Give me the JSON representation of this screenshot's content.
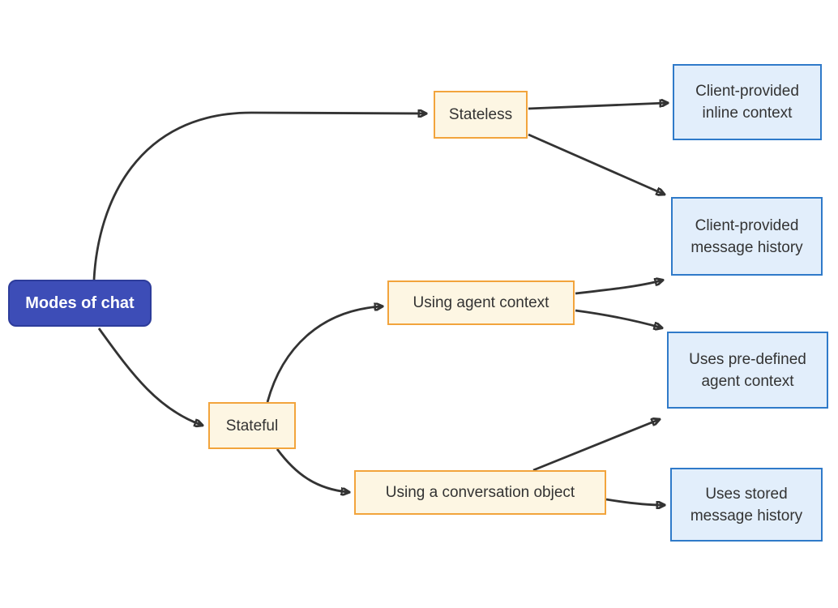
{
  "diagram": {
    "type": "flowchart",
    "direction": "left-to-right",
    "nodes": {
      "modes": {
        "label": "Modes of chat",
        "role": "root"
      },
      "stateless": {
        "label": "Stateless",
        "role": "branch"
      },
      "stateful": {
        "label": "Stateful",
        "role": "branch"
      },
      "agent_context": {
        "label": "Using agent context",
        "role": "branch"
      },
      "conversation_object": {
        "label": "Using a conversation object",
        "role": "branch"
      },
      "inline_context": {
        "label": "Client-provided inline context",
        "role": "leaf"
      },
      "message_history": {
        "label": "Client-provided message history",
        "role": "leaf"
      },
      "predefined_context": {
        "label": "Uses pre-defined agent context",
        "role": "leaf"
      },
      "stored_history": {
        "label": "Uses stored message history",
        "role": "leaf"
      }
    },
    "edges": [
      {
        "from": "modes",
        "to": "stateless"
      },
      {
        "from": "modes",
        "to": "stateful"
      },
      {
        "from": "stateless",
        "to": "inline_context"
      },
      {
        "from": "stateless",
        "to": "message_history"
      },
      {
        "from": "stateful",
        "to": "agent_context"
      },
      {
        "from": "stateful",
        "to": "conversation_object"
      },
      {
        "from": "agent_context",
        "to": "message_history"
      },
      {
        "from": "agent_context",
        "to": "predefined_context"
      },
      {
        "from": "conversation_object",
        "to": "predefined_context"
      },
      {
        "from": "conversation_object",
        "to": "stored_history"
      }
    ],
    "colors": {
      "background": "#ffffff",
      "root_fill": "#3d4db7",
      "root_border": "#2d3c9b",
      "root_text": "#ffffff",
      "branch_fill": "#fdf6e3",
      "branch_border": "#f2a43c",
      "leaf_fill": "#e2eefb",
      "leaf_border": "#2f7ac9",
      "node_text": "#333333",
      "edge_stroke": "#333333"
    }
  }
}
